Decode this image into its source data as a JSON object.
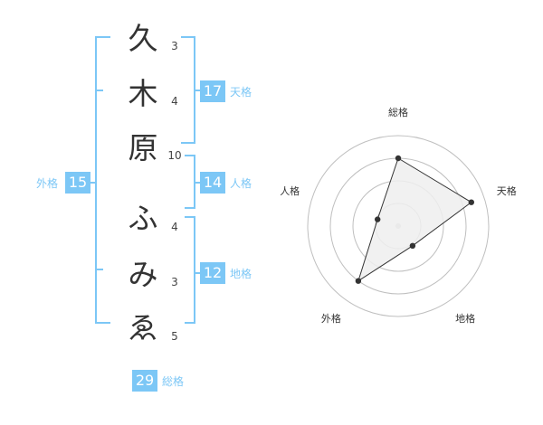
{
  "name_chars": [
    "久",
    "木",
    "原",
    "ふ",
    "み",
    "ゑ"
  ],
  "strokes": [
    "3",
    "4",
    "10",
    "4",
    "3",
    "5"
  ],
  "fortunes": {
    "tenkaku": {
      "value": "17",
      "label": "天格"
    },
    "jinkaku": {
      "value": "14",
      "label": "人格"
    },
    "chikaku": {
      "value": "12",
      "label": "地格"
    },
    "gaikaku": {
      "value": "15",
      "label": "外格"
    },
    "soukaku": {
      "value": "29",
      "label": "総格"
    }
  },
  "radar": {
    "axes": [
      "総格",
      "天格",
      "地格",
      "外格",
      "人格"
    ],
    "values": [
      0.75,
      0.85,
      0.27,
      0.75,
      0.24
    ],
    "rings": 4
  },
  "colors": {
    "accent": "#7cc7f6",
    "text": "#333333",
    "bracket": "#7cc7f6",
    "radar_fill": "#efefef",
    "radar_ring": "#bfbfbf"
  }
}
